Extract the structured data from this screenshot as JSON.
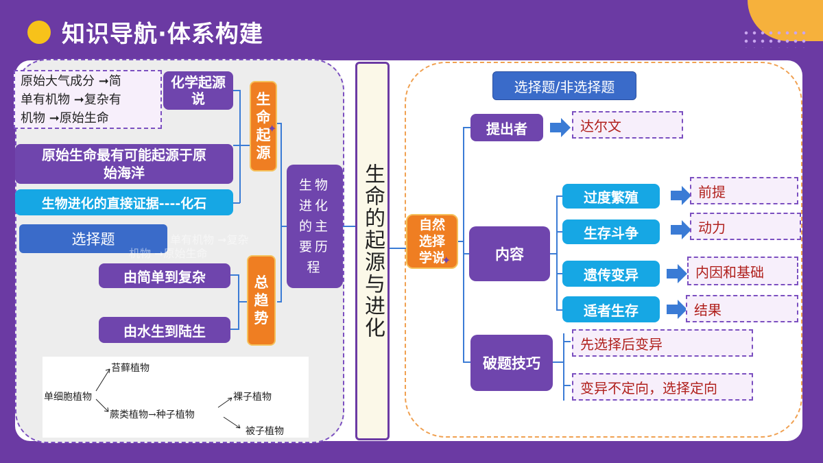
{
  "header": {
    "title": "知识导航·体系构建"
  },
  "left": {
    "note_primitive": {
      "line1": "原始大气成分 ➞简",
      "line2": "单有机物 ➞复杂有",
      "line3": "机物 ➞原始生命"
    },
    "chem_theory": "化学起源说",
    "ocean": "原始生命最有可能起源于原始海洋",
    "fossil": "生物进化的直接证据----化石",
    "choice": "选择题",
    "origin_label": "生命起源",
    "trend_label": "总趋势",
    "simple_complex": "由简单到复杂",
    "water_land": "由水生到陆生",
    "main_course": "生物进化的主要历程",
    "ghost_line1": "单有机物 ➞复杂",
    "ghost_line2": "机物 ➞原始生命"
  },
  "tree": {
    "single": "单细胞植物",
    "moss": "苔藓植物",
    "fern": "蕨类植物→种子植物",
    "gymno": "裸子植物",
    "angio": "被子植物"
  },
  "center": {
    "title": "生命的起源与进化"
  },
  "right": {
    "question_type": "选择题/非选择题",
    "natural_selection": "自然选择学说",
    "proposer": "提出者",
    "darwin": "达尔文",
    "content": "内容",
    "c1": "过度繁殖",
    "c2": "生存斗争",
    "c3": "遗传变异",
    "c4": "适者生存",
    "r1": "前提",
    "r2": "动力",
    "r3": "内因和基础",
    "r4": "结果",
    "tips": "破题技巧",
    "tip1": "先选择后变异",
    "tip2": "变异不定向，选择定向"
  }
}
